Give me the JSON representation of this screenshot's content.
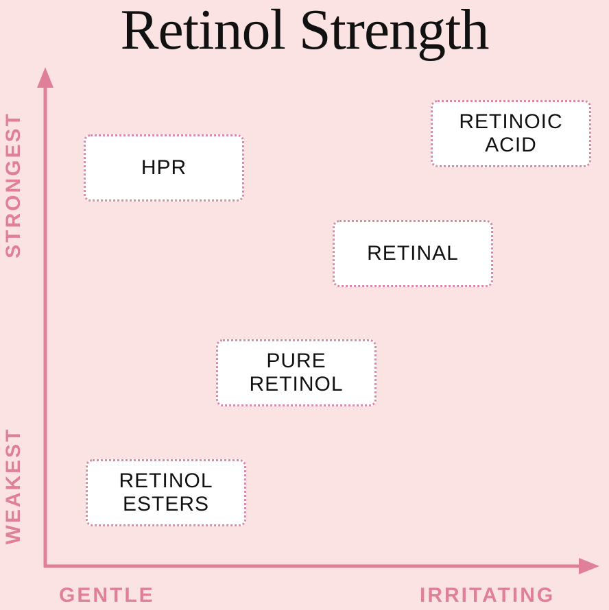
{
  "title": "Retinol Strength",
  "axes": {
    "y_top_label": "STRONGEST",
    "y_bottom_label": "WEAKEST",
    "x_left_label": "GENTLE",
    "x_right_label": "IRRITATING",
    "color": "#e07f99"
  },
  "items": [
    {
      "label": "HPR"
    },
    {
      "label": "RETINOIC\nACID"
    },
    {
      "label": "RETINAL"
    },
    {
      "label": "PURE\nRETINOL"
    },
    {
      "label": "RETINOL\nESTERS"
    }
  ],
  "colors": {
    "background": "#fce3e3",
    "box_border": "#d98aa4"
  }
}
